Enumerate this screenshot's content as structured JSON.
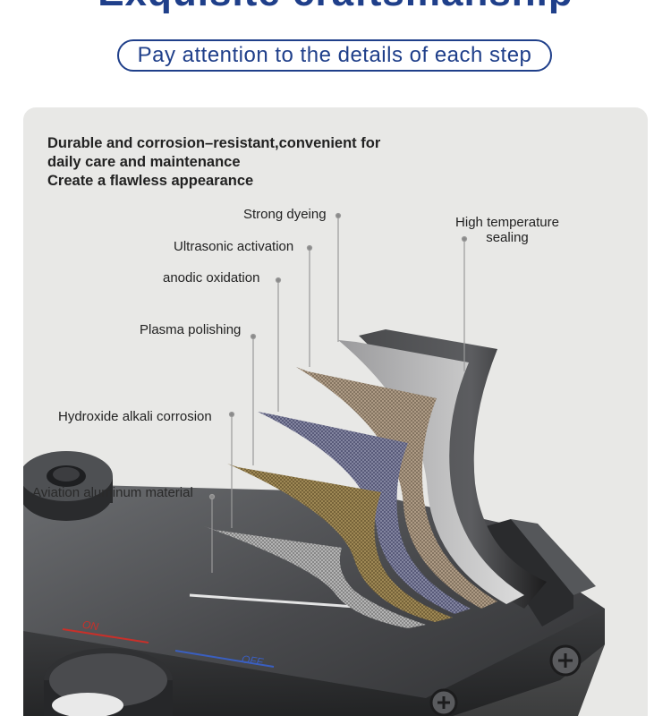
{
  "header": {
    "headline": "Exquisite craftsmanship",
    "subtitle": "Pay attention to the details of each step"
  },
  "intro": {
    "line1": "Durable and corrosion–resistant,convenient for",
    "line2": "daily care and maintenance",
    "line3": "Create a flawless appearance"
  },
  "layers": {
    "strong_dyeing": "Strong dyeing",
    "ultrasonic_activation": "Ultrasonic activation",
    "anodic_oxidation": "anodic oxidation",
    "plasma_polishing": "Plasma polishing",
    "hydroxide_alkali_corrosion": "Hydroxide alkali corrosion",
    "aviation_aluminum_material": "Aviation aluminum material",
    "high_temperature_sealing_line1": "High temperature",
    "high_temperature_sealing_line2": "sealing"
  },
  "product": {
    "on_label": "ON",
    "off_label": "OFF"
  },
  "colors": {
    "brand_blue": "#1f3f8a",
    "panel_bg": "#e8e8e6",
    "on_red": "#c8302a",
    "off_blue": "#3a5fc0"
  }
}
